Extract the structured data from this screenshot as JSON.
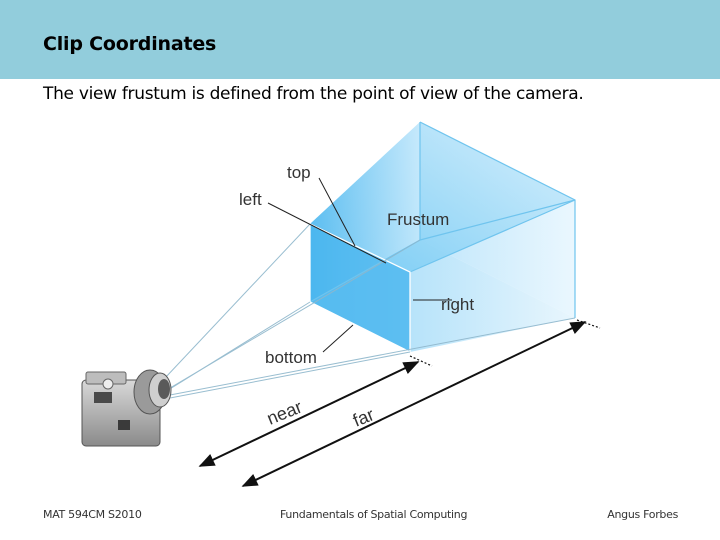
{
  "slide": {
    "title": "Clip Coordinates",
    "subtitle": "The view frustum is defined from the point of view of the camera."
  },
  "diagram": {
    "labels": {
      "top": "top",
      "left": "left",
      "frustum": "Frustum",
      "right": "right",
      "bottom": "bottom",
      "near": "near",
      "far": "far"
    }
  },
  "footer": {
    "course": "MAT 594CM S2010",
    "topic": "Fundamentals of Spatial Computing",
    "author": "Angus Forbes"
  },
  "colors": {
    "title_bar": "#92cddc",
    "frustum_blue": "#4fb8ef"
  }
}
